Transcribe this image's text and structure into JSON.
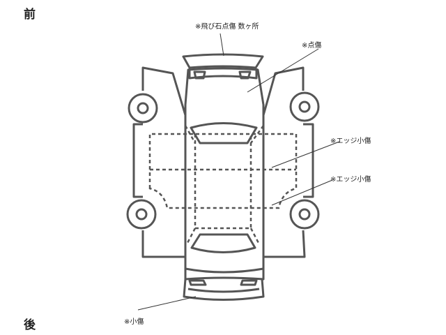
{
  "directions": {
    "front": "前",
    "rear": "後"
  },
  "annotations": [
    {
      "id": "hood-tip",
      "text": "※飛び石点傷 数ヶ所"
    },
    {
      "id": "hood",
      "text": "※点傷"
    },
    {
      "id": "right-door-upper",
      "text": "※エッジ小傷"
    },
    {
      "id": "right-door-lower",
      "text": "※エッジ小傷"
    },
    {
      "id": "rear-bumper",
      "text": "※小傷"
    }
  ],
  "colors": {
    "outline": "#555555",
    "text": "#222222"
  }
}
